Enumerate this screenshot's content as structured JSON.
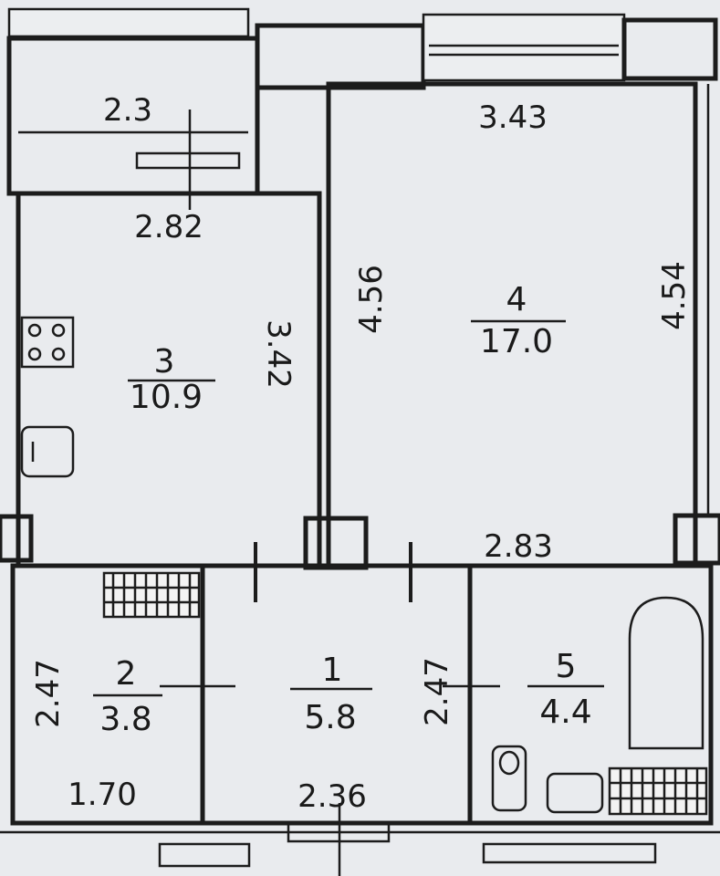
{
  "plan": {
    "balcony": {
      "width": "2.3"
    },
    "rooms": [
      {
        "number": "1",
        "area": "5.8",
        "dims": {
          "bottom": "2.36",
          "right": "2.47"
        }
      },
      {
        "number": "2",
        "area": "3.8",
        "dims": {
          "left": "2.47",
          "bottom": "1.70"
        }
      },
      {
        "number": "3",
        "area": "10.9",
        "dims": {
          "top": "2.82",
          "right": "3.42"
        }
      },
      {
        "number": "4",
        "area": "17.0",
        "dims": {
          "top": "3.43",
          "left": "4.56",
          "right": "4.54",
          "bottom": "2.83"
        }
      },
      {
        "number": "5",
        "area": "4.4",
        "dims": {}
      }
    ]
  }
}
